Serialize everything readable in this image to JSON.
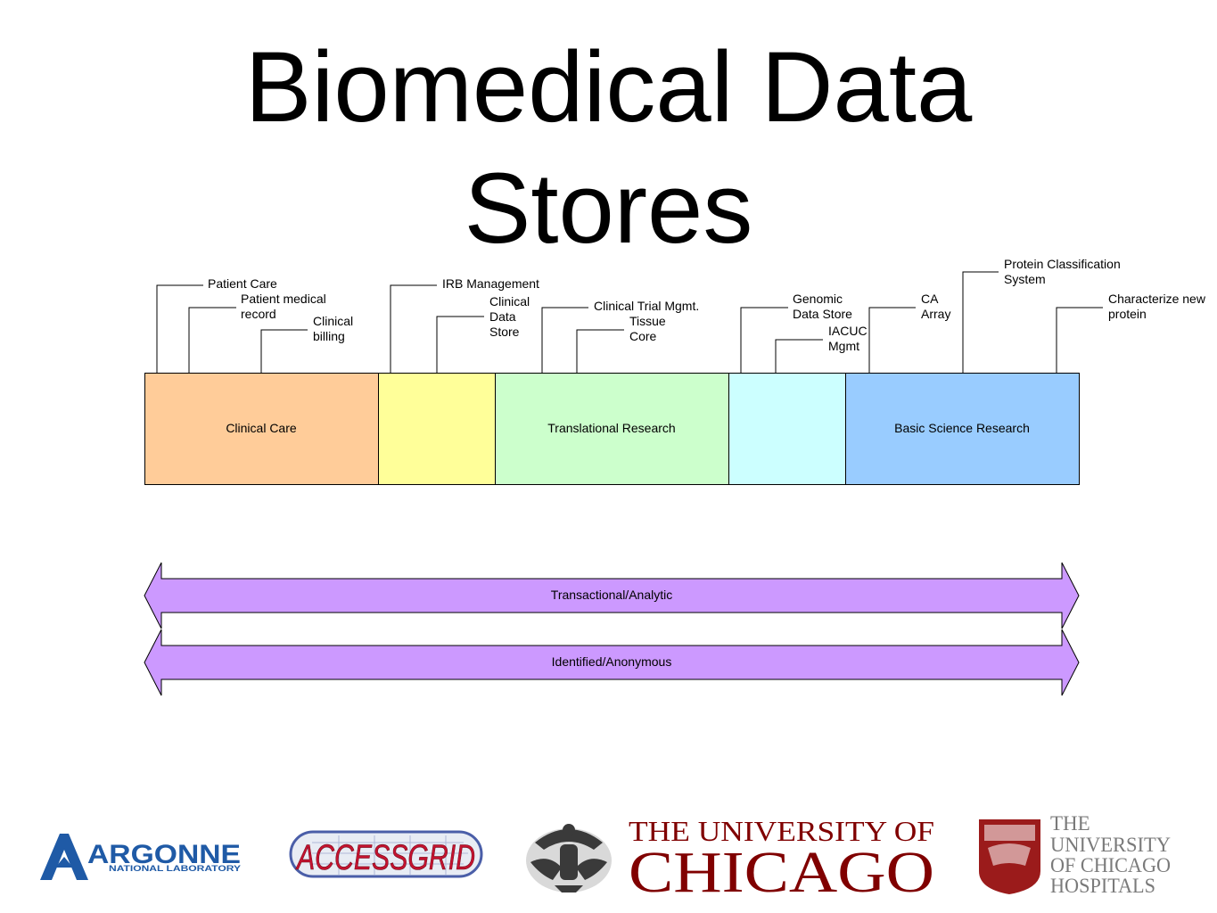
{
  "title_line1": "Biomedical Data",
  "title_line2": "Stores",
  "segments": [
    {
      "label": "Clinical Care",
      "color": "#ffcc99"
    },
    {
      "label": "",
      "color": "#ffff99"
    },
    {
      "label": "Translational Research",
      "color": "#ccffcc"
    },
    {
      "label": "",
      "color": "#ccffff"
    },
    {
      "label": "Basic Science Research",
      "color": "#99ccff"
    }
  ],
  "callouts": {
    "patient_care": "Patient Care",
    "patient_medical_record_1": "Patient medical",
    "patient_medical_record_2": "record",
    "clinical_billing_1": "Clinical",
    "clinical_billing_2": "billing",
    "irb_management": "IRB Management",
    "clinical_data_store_1": "Clinical",
    "clinical_data_store_2": "Data",
    "clinical_data_store_3": "Store",
    "clinical_trial_mgmt": "Clinical Trial Mgmt.",
    "tissue_core_1": "Tissue",
    "tissue_core_2": "Core",
    "genomic_data_store_1": "Genomic",
    "genomic_data_store_2": "Data Store",
    "iacuc_mgmt_1": "IACUC",
    "iacuc_mgmt_2": "Mgmt",
    "ca_array_1": "CA",
    "ca_array_2": "Array",
    "protein_classification_1": "Protein Classification",
    "protein_classification_2": "System",
    "characterize_protein_1": "Characterize new",
    "characterize_protein_2": "protein"
  },
  "arrows": {
    "transactional": "Transactional/Analytic",
    "identified": "Identified/Anonymous",
    "color": "#cc99ff"
  },
  "logos": {
    "argonne_main": "ARGONNE",
    "argonne_sub": "NATIONAL LABORATORY",
    "accessgrid": "ACCESSGRID",
    "uchicago_1": "THE UNIVERSITY OF",
    "uchicago_2": "CHICAGO",
    "hospitals_1": "THE",
    "hospitals_2": "UNIVERSITY",
    "hospitals_3": "OF CHICAGO",
    "hospitals_4": "HOSPITALS",
    "maroon": "#800000",
    "argonne_blue": "#1f5aa6"
  }
}
